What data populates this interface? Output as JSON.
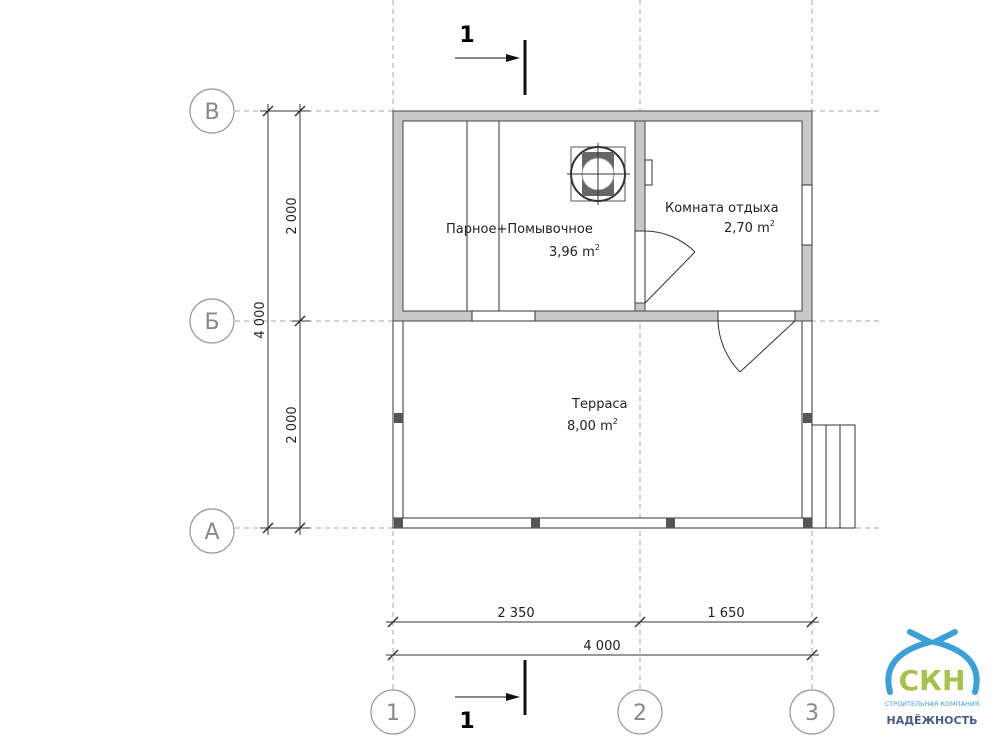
{
  "axes": {
    "rows": [
      "В",
      "Б",
      "А"
    ],
    "columns": [
      "1",
      "2",
      "3"
    ]
  },
  "section_mark": "1",
  "rooms": [
    {
      "name": "Парное+Помывочное",
      "area": "3,96 m",
      "sup": "2"
    },
    {
      "name": "Комната отдыха",
      "area": "2,70 m",
      "sup": "2"
    },
    {
      "name": "Терраса",
      "area": "8,00 m",
      "sup": "2"
    }
  ],
  "dimensions": {
    "vertical_total": "4 000",
    "vertical_upper": "2 000",
    "vertical_lower": "2 000",
    "horizontal_left": "2 350",
    "horizontal_right": "1 650",
    "horizontal_total": "4 000"
  },
  "logo": {
    "mark": "СКН",
    "line1": "СТРОИТЕЛЬНАЯ КОМПАНИЯ",
    "line2": "НАДЁЖНОСТЬ"
  },
  "colors": {
    "wall": "#c8c8c8",
    "logo_blue": "#3aa0d8",
    "logo_green": "#a6c24a",
    "logo_text": "#4a5a8a"
  }
}
